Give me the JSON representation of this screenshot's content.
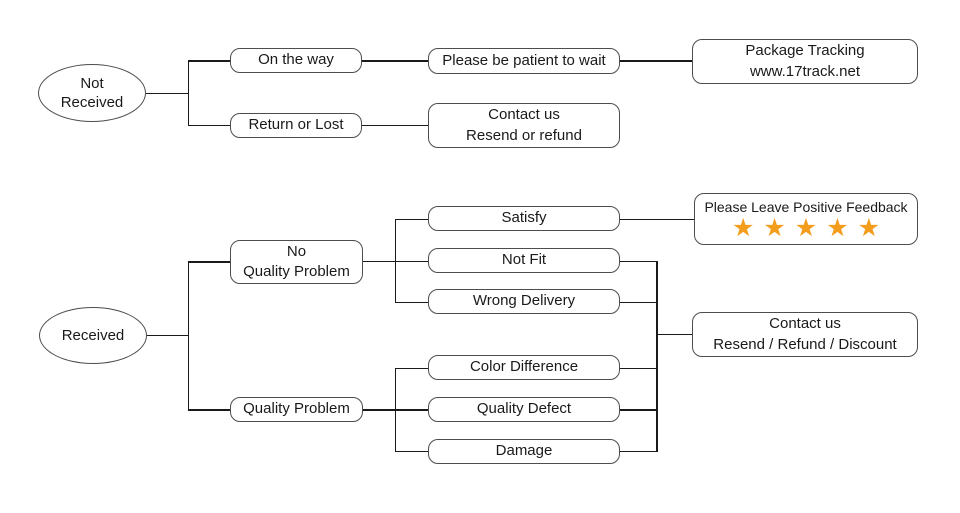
{
  "colors": {
    "line": "#1a1a1a",
    "box_border": "#4d4d4d",
    "text": "#1a1a1a",
    "star": "#F49C1C",
    "background": "#ffffff"
  },
  "not_received_flow": {
    "root": "Not\nReceived",
    "branches": [
      {
        "label": "On the way",
        "next": "Please be patient to wait",
        "result": "Package Tracking\nwww.17track.net"
      },
      {
        "label": "Return or Lost",
        "next": "Contact us\nResend or refund"
      }
    ]
  },
  "received_flow": {
    "root": "Received",
    "branches": [
      {
        "label": "No\nQuality Problem",
        "options": [
          "Satisfy",
          "Not Fit",
          "Wrong Delivery"
        ]
      },
      {
        "label": "Quality Problem",
        "options": [
          "Color Difference",
          "Quality Defect",
          "Damage"
        ]
      }
    ],
    "feedback": {
      "title": "Please Leave Positive Feedback",
      "stars": 5,
      "star_glyph": "★"
    },
    "contact": "Contact us\nResend / Refund / Discount"
  }
}
